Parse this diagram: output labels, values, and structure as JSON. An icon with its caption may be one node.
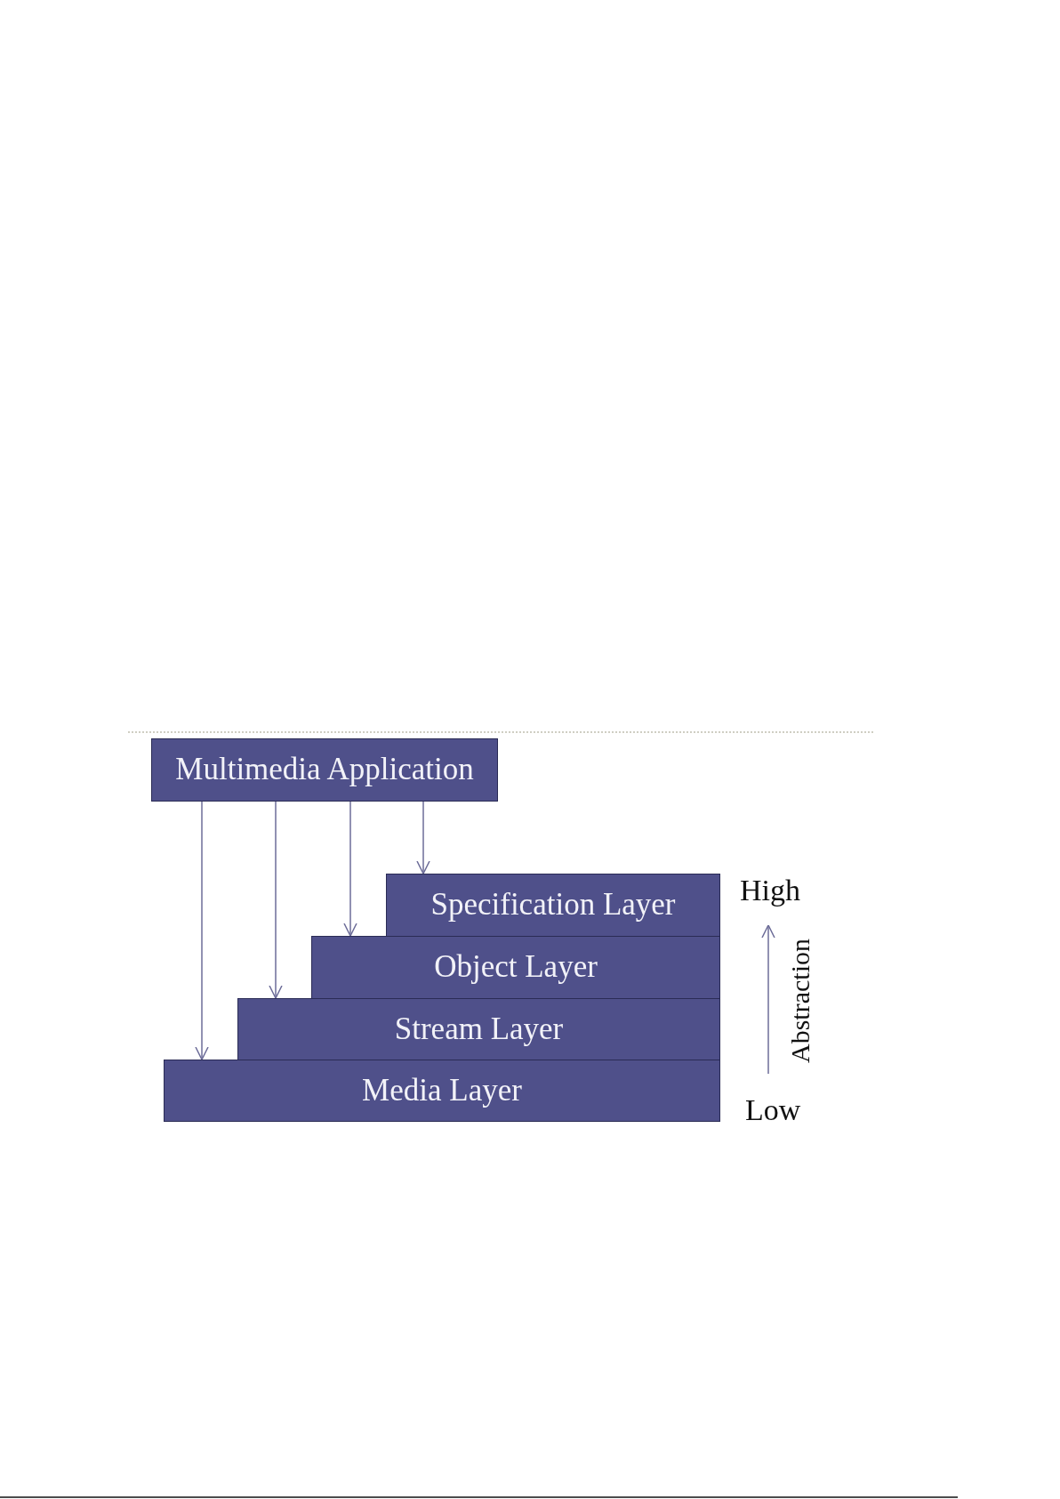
{
  "diagram": {
    "nodes": [
      {
        "text": [
          "Multimedia Application"
        ]
      },
      {
        "text": [
          "Specification Layer"
        ]
      },
      {
        "text": [
          "Object Layer"
        ]
      },
      {
        "text": [
          "Stream Layer"
        ]
      },
      {
        "text": [
          "Media Layer"
        ]
      }
    ],
    "edges": [
      {
        "from": 0,
        "to": 1,
        "arrow": "to"
      },
      {
        "from": 0,
        "to": 2,
        "arrow": "to"
      },
      {
        "from": 0,
        "to": 3,
        "arrow": "to"
      },
      {
        "from": 0,
        "to": 4,
        "arrow": "to"
      }
    ],
    "labels": [
      "High",
      "Abstraction",
      "Low"
    ]
  }
}
